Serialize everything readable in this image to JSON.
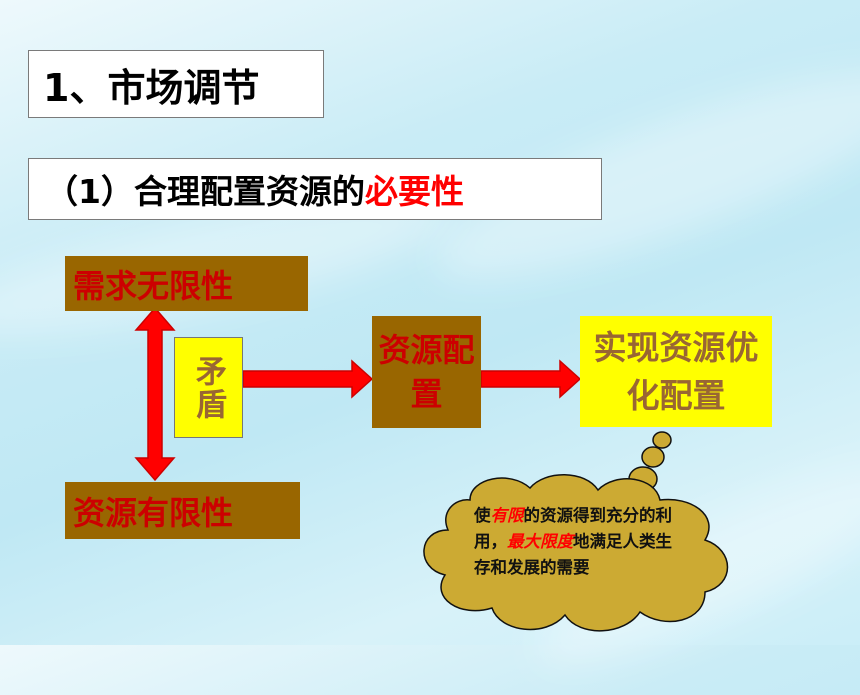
{
  "title": {
    "number": "1、",
    "text": "市场调节"
  },
  "subtitle": {
    "prefix": "（1）合理配置资源的",
    "highlight": "必要性"
  },
  "diagram": {
    "demand": "需求无限性",
    "resource_limited": "资源有限性",
    "contradiction": "矛盾",
    "allocation": "资源配置",
    "optimal": "实现资源优化配置",
    "callout": {
      "p1": "使",
      "p2": "有限",
      "p3": "的资源得到充分的利用，",
      "p4": "最大限度",
      "p5": "地满足人类生存和发展的需要"
    }
  },
  "colors": {
    "brown_box": "#996600",
    "brown_text": "#cc0000",
    "yellow_box": "#ffff00",
    "arrow": "#ff0000",
    "highlight": "#ff0000",
    "cloud": "#ccaa33"
  }
}
